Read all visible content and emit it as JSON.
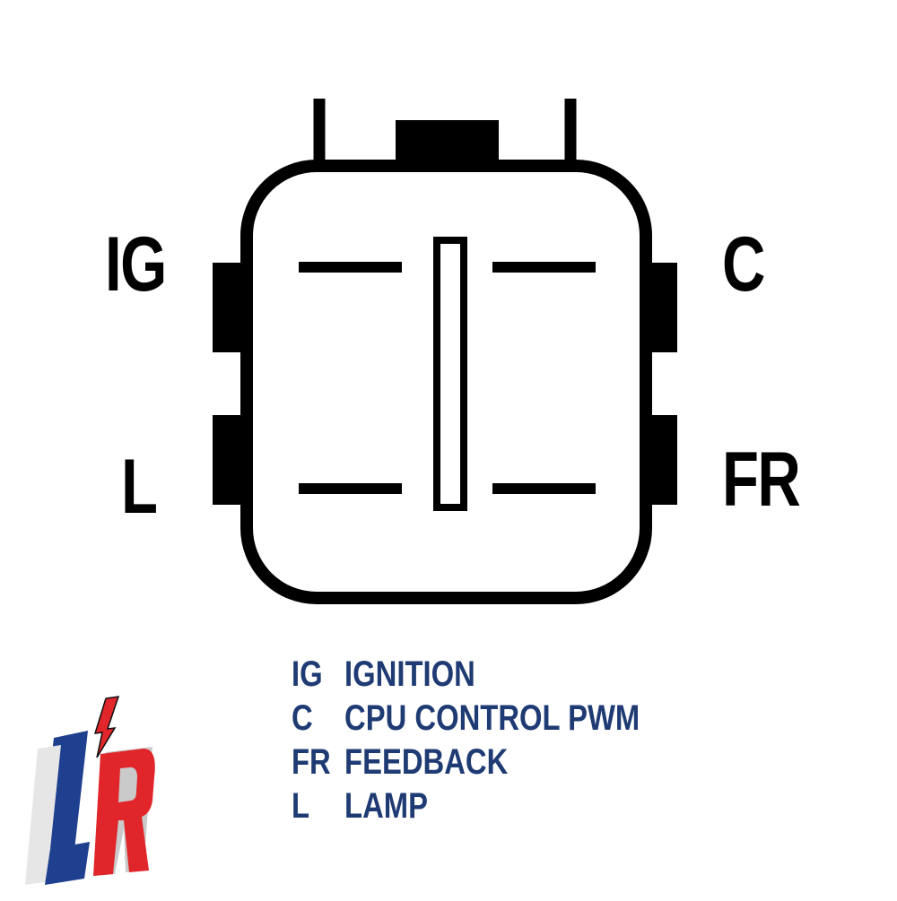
{
  "connector": {
    "pins": [
      {
        "code": "IG",
        "side": "left",
        "position": "upper"
      },
      {
        "code": "L",
        "side": "left",
        "position": "lower"
      },
      {
        "code": "C",
        "side": "right",
        "position": "upper"
      },
      {
        "code": "FR",
        "side": "right",
        "position": "lower"
      }
    ]
  },
  "legend": [
    {
      "code": "IG",
      "description": "IGNITION"
    },
    {
      "code": "C",
      "description": "CPU CONTROL PWM"
    },
    {
      "code": "FR",
      "description": "FEEDBACK"
    },
    {
      "code": "L",
      "description": "LAMP"
    }
  ],
  "logo": {
    "text": "LR"
  },
  "colors": {
    "line": "#000000",
    "legend_text": "#1f3b73",
    "logo_blue": "#1f3f8f",
    "logo_red": "#e0262b",
    "logo_white": "#e6e6e6"
  }
}
